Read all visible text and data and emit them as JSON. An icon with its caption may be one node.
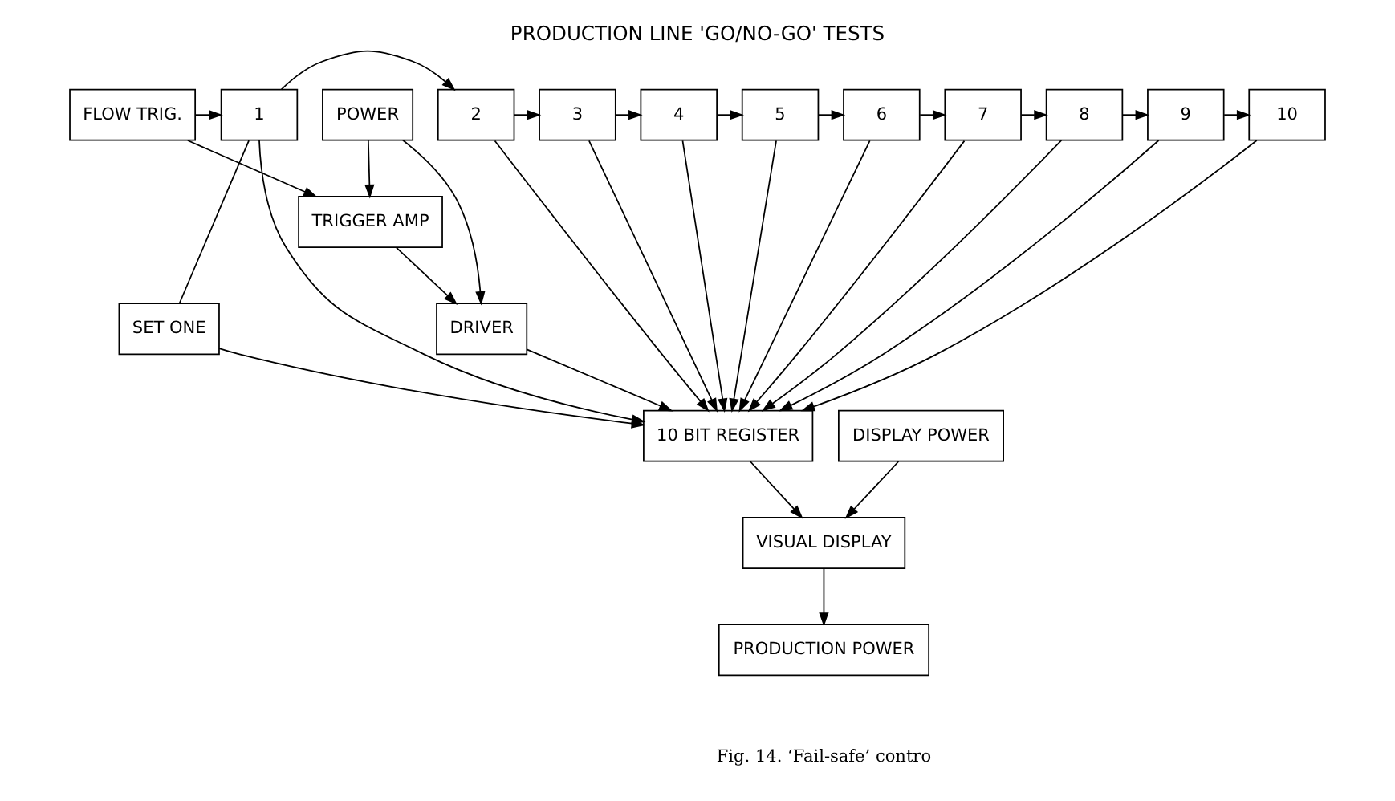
{
  "diagram": {
    "title": "PRODUCTION LINE 'GO/NO-GO' TESTS",
    "caption": "Fig. 14. ‘Fail-safe’ contro",
    "nodes": [
      {
        "text": [
          "FLOW TRIG."
        ]
      },
      {
        "text": [
          "1"
        ]
      },
      {
        "text": [
          "2"
        ]
      },
      {
        "text": [
          "3"
        ]
      },
      {
        "text": [
          "4"
        ]
      },
      {
        "text": [
          "5"
        ]
      },
      {
        "text": [
          "6"
        ]
      },
      {
        "text": [
          "7"
        ]
      },
      {
        "text": [
          "8"
        ]
      },
      {
        "text": [
          "9"
        ]
      },
      {
        "text": [
          "10"
        ]
      },
      {
        "text": [
          "SET ONE"
        ]
      },
      {
        "text": [
          "TRIGGER AMP"
        ]
      },
      {
        "text": [
          "DRIVER"
        ]
      },
      {
        "text": [
          "10 BIT REGISTER"
        ]
      },
      {
        "text": [
          "POWER"
        ]
      },
      {
        "text": [
          "DISPLAY POWER"
        ]
      },
      {
        "text": [
          "VISUAL DISPLAY"
        ]
      },
      {
        "text": [
          "PRODUCTION POWER"
        ]
      }
    ],
    "edges": [
      {
        "from": 0,
        "to": 1,
        "arrow": "to"
      },
      {
        "from": 1,
        "to": 2,
        "arrow": "to"
      },
      {
        "from": 2,
        "to": 3,
        "arrow": "to"
      },
      {
        "from": 3,
        "to": 4,
        "arrow": "to"
      },
      {
        "from": 4,
        "to": 5,
        "arrow": "to"
      },
      {
        "from": 5,
        "to": 6,
        "arrow": "to"
      },
      {
        "from": 6,
        "to": 7,
        "arrow": "to"
      },
      {
        "from": 7,
        "to": 8,
        "arrow": "to"
      },
      {
        "from": 8,
        "to": 9,
        "arrow": "to"
      },
      {
        "from": 9,
        "to": 10,
        "arrow": "to"
      },
      {
        "from": 1,
        "to": 11,
        "arrow": "none"
      },
      {
        "from": 1,
        "to": 14,
        "arrow": "to"
      },
      {
        "from": 2,
        "to": 14,
        "arrow": "to"
      },
      {
        "from": 3,
        "to": 14,
        "arrow": "to"
      },
      {
        "from": 4,
        "to": 14,
        "arrow": "to"
      },
      {
        "from": 5,
        "to": 14,
        "arrow": "to"
      },
      {
        "from": 6,
        "to": 14,
        "arrow": "to"
      },
      {
        "from": 7,
        "to": 14,
        "arrow": "to"
      },
      {
        "from": 8,
        "to": 14,
        "arrow": "to"
      },
      {
        "from": 9,
        "to": 14,
        "arrow": "to"
      },
      {
        "from": 10,
        "to": 14,
        "arrow": "to"
      },
      {
        "from": 11,
        "to": 14,
        "arrow": "to"
      },
      {
        "from": 0,
        "to": 12,
        "arrow": "to"
      },
      {
        "from": 12,
        "to": 13,
        "arrow": "to"
      },
      {
        "from": 13,
        "to": 14,
        "arrow": "to"
      },
      {
        "from": 15,
        "to": 12,
        "arrow": "to"
      },
      {
        "from": 15,
        "to": 13,
        "arrow": "to"
      },
      {
        "from": 14,
        "to": 17,
        "arrow": "to"
      },
      {
        "from": 16,
        "to": 17,
        "arrow": "to"
      },
      {
        "from": 17,
        "to": 18,
        "arrow": "to"
      }
    ]
  }
}
